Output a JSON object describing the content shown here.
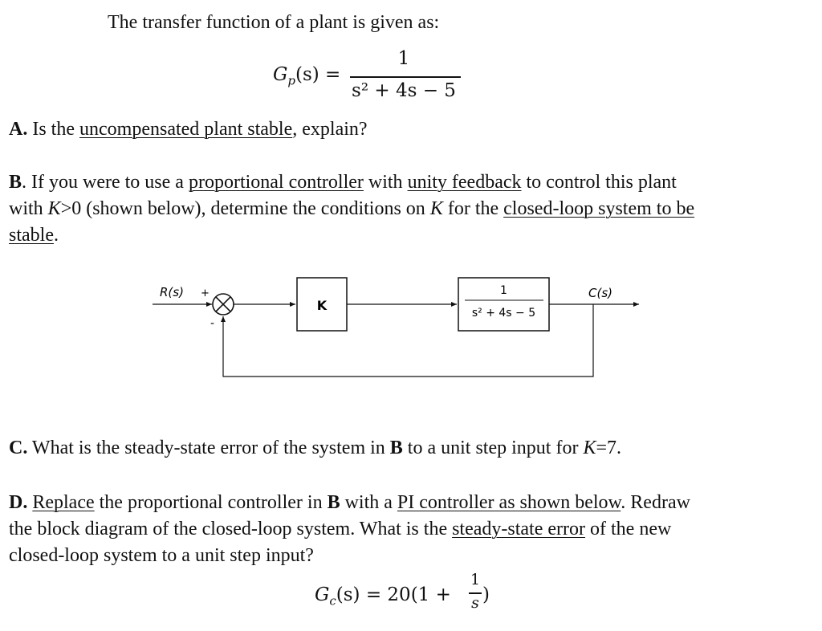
{
  "intro": "The transfer function of a plant is given as:",
  "plant_tf": {
    "lhs": "G",
    "lhs_sub": "p",
    "lhs_arg": "(s) =",
    "numerator": "1",
    "denominator": "s² + 4s − 5"
  },
  "part_a": {
    "label": "A.",
    "text1": " Is the ",
    "underline1": "uncompensated plant stable",
    "text2": ", explain?"
  },
  "part_b": {
    "label": "B",
    "line1_text1": ". If you were to use a ",
    "line1_u1": "proportional controller",
    "line1_text2": " with ",
    "line1_u2": "unity feedback",
    "line1_text3": " to control this plant",
    "line2_text1": "with ",
    "line2_k": "K",
    "line2_text2": ">0 (shown below), determine the conditions on ",
    "line2_k2": "K",
    "line2_text3": " for the ",
    "line2_u1": "closed-loop system to be",
    "line3_u1": "stable",
    "line3_text1": "."
  },
  "diagram": {
    "input_label": "R(s)",
    "plus_sign": "+",
    "minus_sign": "-",
    "controller_label": "K",
    "plant_numerator": "1",
    "plant_denominator": "s² + 4s − 5",
    "output_label": "C(s)"
  },
  "part_c": {
    "label": "C.",
    "text1": " What is the steady-state error of the system in ",
    "bold_b": "B",
    "text2": " to a unit step input for ",
    "k": "K",
    "text3": "=7."
  },
  "part_d": {
    "label": "D.",
    "line1_u1": "Replace",
    "line1_text1": " the proportional controller in ",
    "line1_bold": "B",
    "line1_text2": " with a ",
    "line1_u2": "PI controller as shown below",
    "line1_text3": ". Redraw",
    "line2_text1": "the block diagram of the closed-loop system. What is the ",
    "line2_u1": "steady-state error",
    "line2_text2": " of the new",
    "line3_text1": "closed-loop system to a unit step input?"
  },
  "pi_tf": {
    "lhs": "G",
    "lhs_sub": "c",
    "lhs_arg": "(s) = 20(1 +",
    "numerator": "1",
    "denominator": "s",
    "close": ")"
  }
}
